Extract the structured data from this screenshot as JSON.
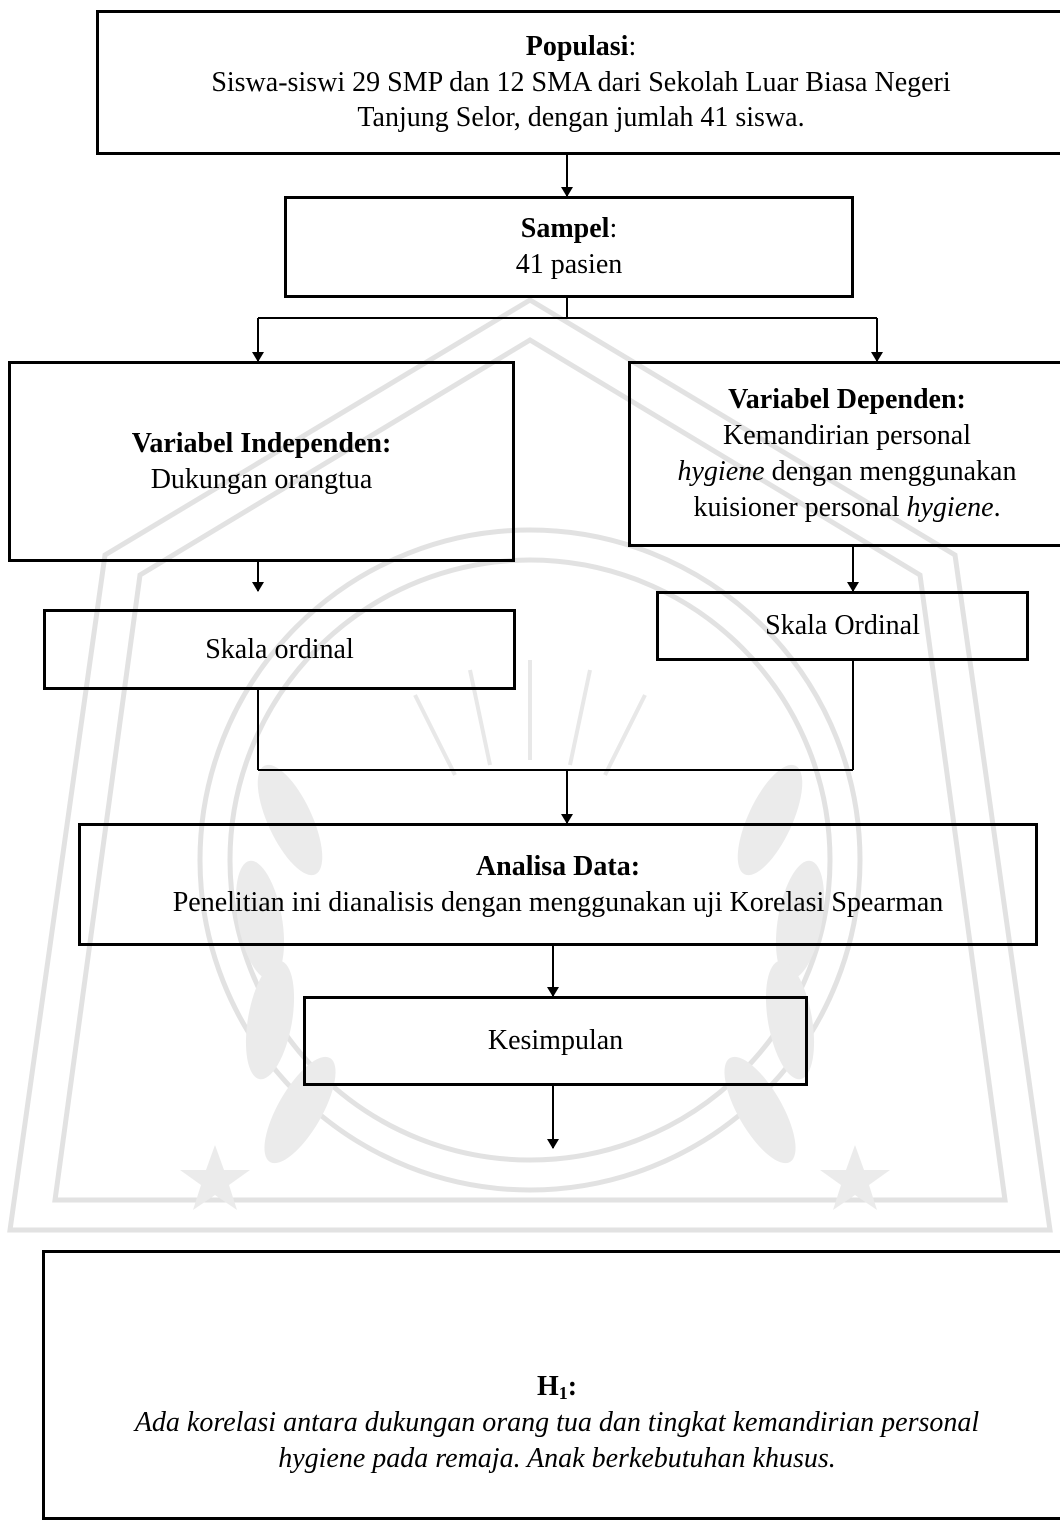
{
  "populasi": {
    "title": "Populasi",
    "title_suffix": ":",
    "line1": "Siswa-siswi 29 SMP dan 12 SMA dari Sekolah Luar Biasa Negeri",
    "line2": "Tanjung Selor, dengan jumlah 41 siswa."
  },
  "sampel": {
    "title": "Sampel",
    "title_suffix": ":",
    "line1": "41 pasien"
  },
  "var_independen": {
    "title": "Variabel Independen:",
    "line1": "Dukungan orangtua"
  },
  "var_dependen": {
    "title": "Variabel Dependen:",
    "line1": "Kemandirian personal",
    "line2_italic": "hygiene",
    "line2_rest": " dengan menggunakan",
    "line3_start": "kuisioner personal ",
    "line3_italic": "hygiene",
    "line3_end": "."
  },
  "skala_independen": {
    "label": "Skala ordinal"
  },
  "skala_dependen": {
    "label": "Skala Ordinal"
  },
  "analisa": {
    "title": "Analisa Data:",
    "line1": "Penelitian ini dianalisis dengan menggunakan uji Korelasi Spearman"
  },
  "kesimpulan": {
    "label": "Kesimpulan"
  },
  "hipotesis": {
    "title_main": "H",
    "title_sub": "1",
    "title_suffix": ":",
    "line1": "Ada korelasi antara dukungan orang tua dan tingkat kemandirian personal",
    "line2": "hygiene pada remaja. Anak berkebutuhan khusus."
  },
  "watermark": {
    "icon": "university-seal-watermark",
    "color": "#e4e4e4"
  }
}
